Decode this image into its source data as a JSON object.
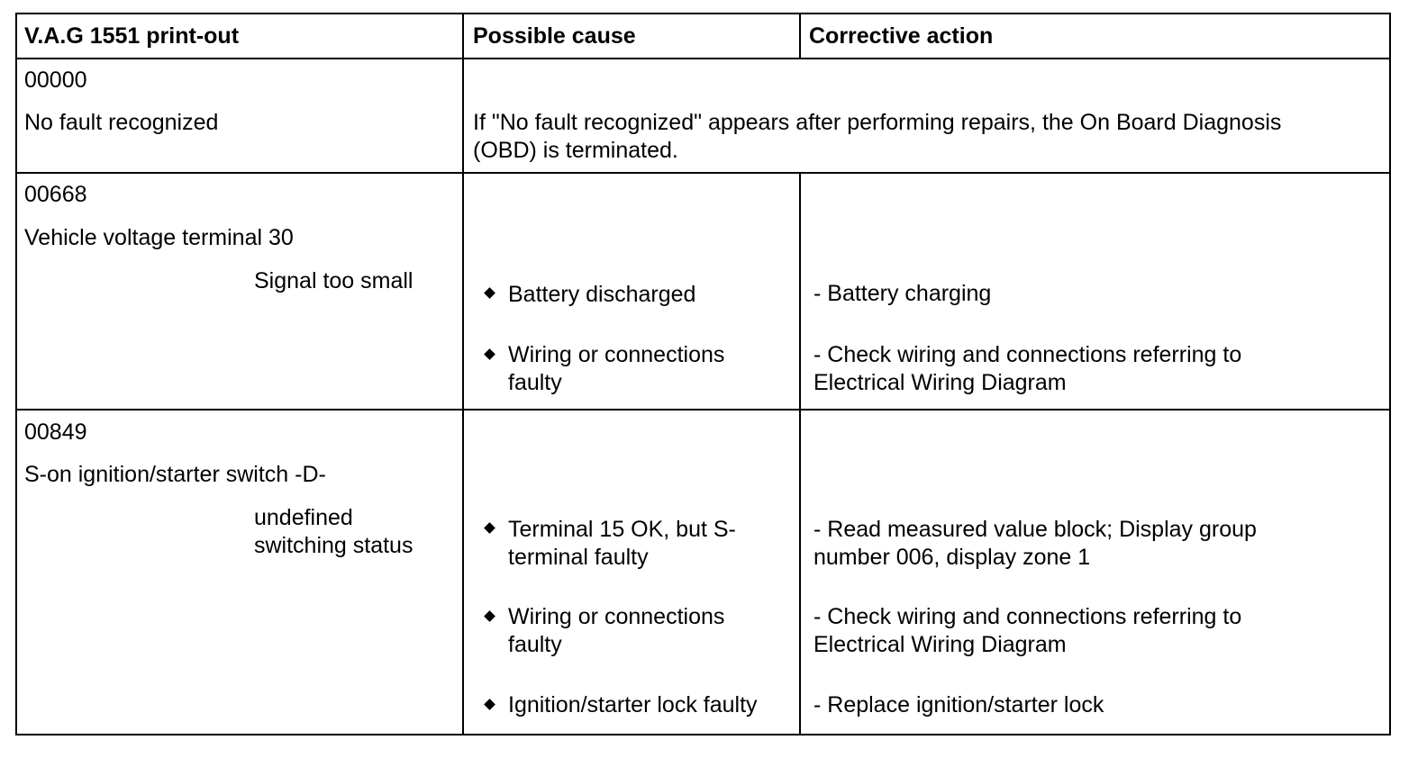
{
  "header": {
    "col1": "V.A.G 1551 print-out",
    "col2": "Possible cause",
    "col3": "Corrective action"
  },
  "rows": [
    {
      "code": "00000",
      "title": "No fault recognized",
      "note_line1": "If \"No fault recognized\" appears after performing repairs, the On Board Diagnosis",
      "note_line2": "(OBD) is terminated."
    },
    {
      "code": "00668",
      "title": "Vehicle voltage terminal 30",
      "detail_line1": "Signal too small",
      "causes": [
        {
          "cause_line1": "Battery discharged",
          "cause_line2": "",
          "action_line1": "- Battery charging",
          "action_line2": ""
        },
        {
          "cause_line1": "Wiring or connections",
          "cause_line2": "faulty",
          "action_line1": "- Check wiring and connections referring to",
          "action_line2": "Electrical Wiring Diagram"
        }
      ]
    },
    {
      "code": "00849",
      "title": "S-on ignition/starter switch -D-",
      "detail_line1": "undefined",
      "detail_line2": "switching status",
      "causes": [
        {
          "cause_line1": "Terminal 15 OK, but S-",
          "cause_line2": "terminal faulty",
          "action_line1": "- Read measured value block; Display group",
          "action_line2": "number 006, display zone 1"
        },
        {
          "cause_line1": "Wiring or connections",
          "cause_line2": "faulty",
          "action_line1": "- Check wiring and connections referring to",
          "action_line2": "Electrical Wiring Diagram"
        },
        {
          "cause_line1": "Ignition/starter lock faulty",
          "cause_line2": "",
          "action_line1": "- Replace ignition/starter lock",
          "action_line2": ""
        }
      ]
    }
  ]
}
